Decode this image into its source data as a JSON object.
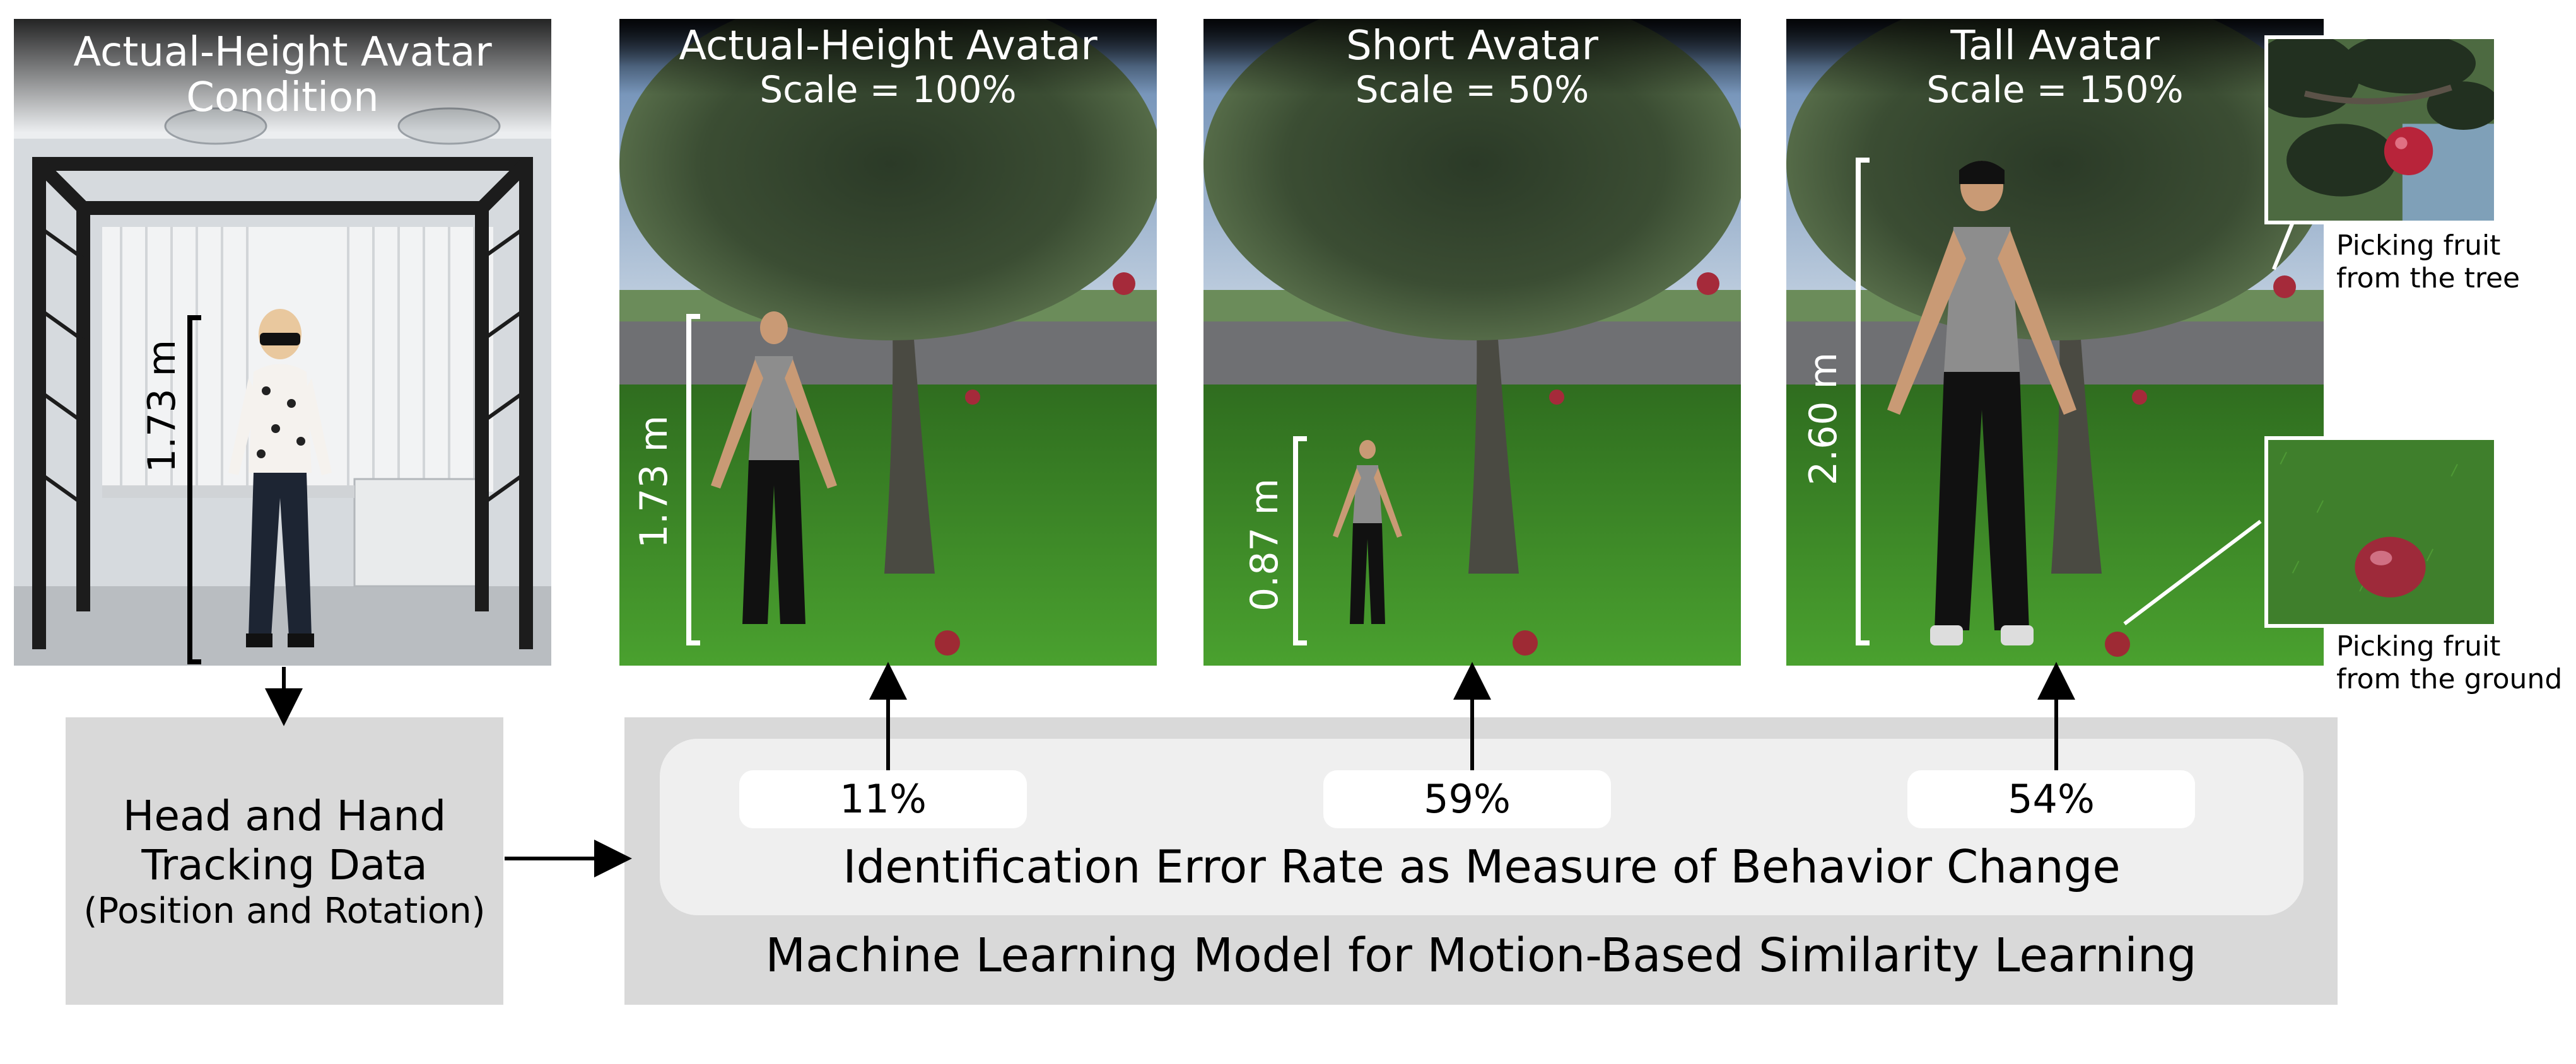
{
  "photo_panel": {
    "title_line1": "Actual-Height Avatar",
    "title_line2": "Condition",
    "height_label": "1.73 m"
  },
  "scenes": [
    {
      "title": "Actual-Height Avatar",
      "scale": "Scale = 100%",
      "height_label": "1.73 m",
      "error_rate": "11%"
    },
    {
      "title": "Short Avatar",
      "scale": "Scale = 50%",
      "height_label": "0.87 m",
      "error_rate": "59%"
    },
    {
      "title": "Tall Avatar",
      "scale": "Scale = 150%",
      "height_label": "2.60 m",
      "error_rate": "54%"
    }
  ],
  "insets": {
    "tree_caption_line1": "Picking fruit",
    "tree_caption_line2": "from the tree",
    "ground_caption_line1": "Picking fruit",
    "ground_caption_line2": "from the ground"
  },
  "tracking_box": {
    "line1": "Head and Hand",
    "line2": "Tracking Data",
    "line3": "(Position and Rotation)"
  },
  "model_box": {
    "inner_label": "Identification Error Rate as Measure of Behavior Change",
    "outer_label": "Machine Learning Model for Motion-Based Similarity Learning"
  },
  "colors": {
    "box_fill": "#d9d9d9",
    "inner_fill": "#efefef",
    "grass": "#3f8a2a",
    "sky": "#8fb0d4"
  }
}
